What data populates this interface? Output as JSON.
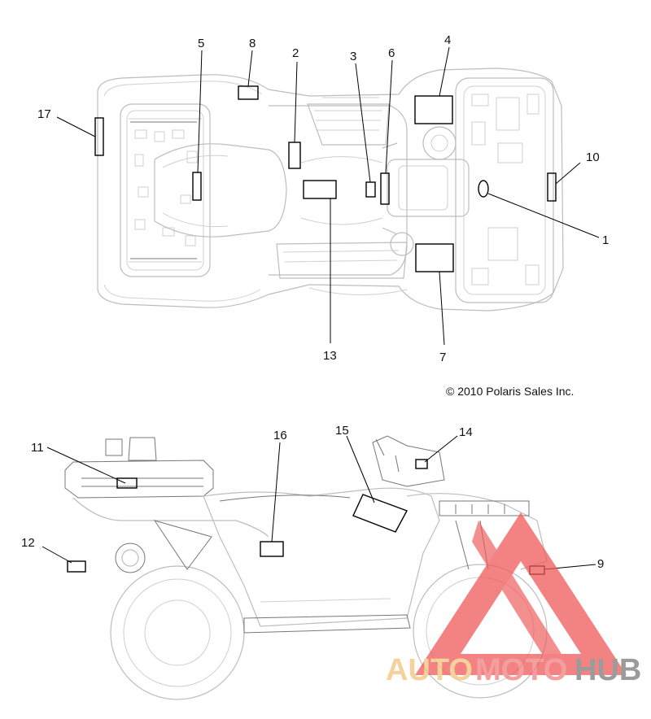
{
  "callouts": {
    "c1": "1",
    "c2": "2",
    "c3": "3",
    "c4": "4",
    "c5": "5",
    "c6": "6",
    "c7": "7",
    "c8": "8",
    "c9": "9",
    "c10": "10",
    "c11": "11",
    "c12": "12",
    "c13": "13",
    "c14": "14",
    "c15": "15",
    "c16": "16",
    "c17": "17"
  },
  "copyright": "© 2010 Polaris Sales Inc.",
  "watermark": {
    "part1": "AUTO",
    "part2": "MOTO",
    "part3": "HUB",
    "colors": {
      "auto": "#f2c27a",
      "moto": "#f08080",
      "hub": "#7a7a7a",
      "triangle": "#ef5a5a"
    }
  }
}
